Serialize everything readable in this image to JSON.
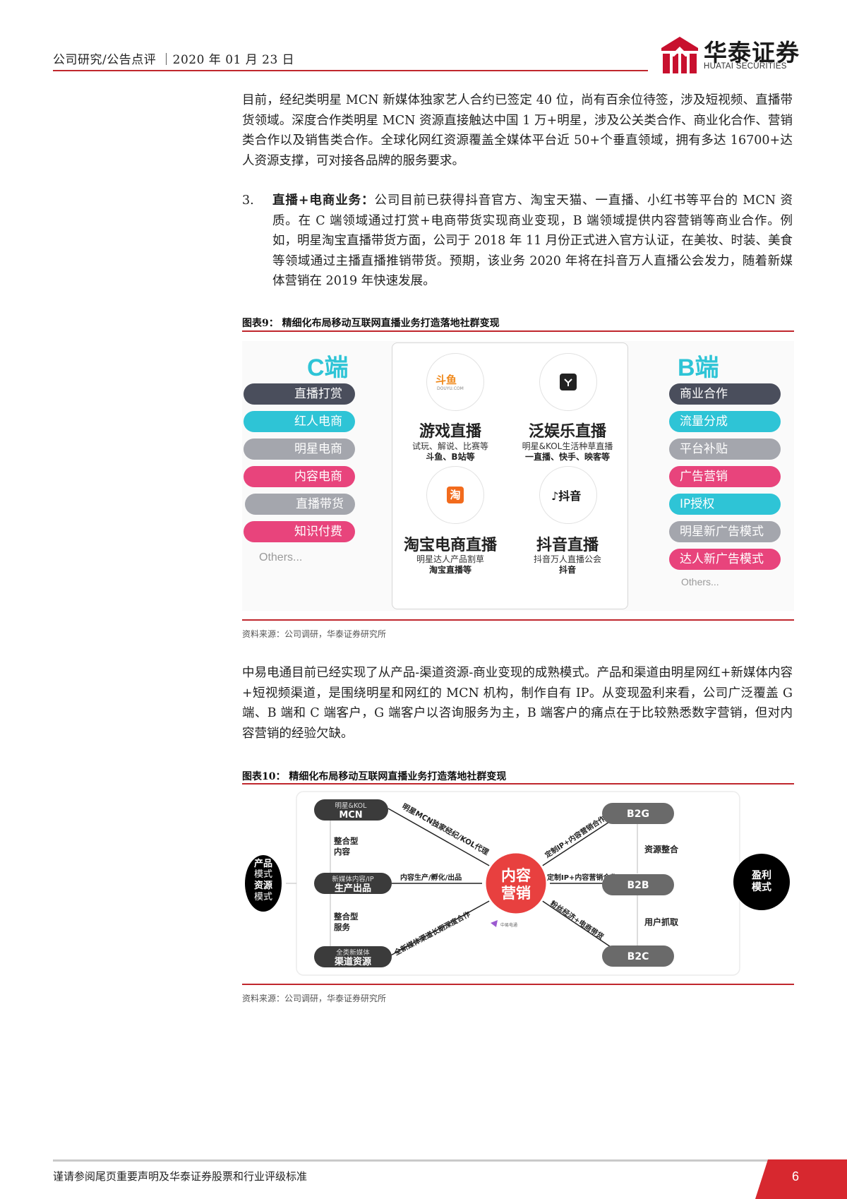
{
  "header": {
    "left_text": "公司研究/公告点评 ｜2020 年 01 月 23 日",
    "logo_cn": "华泰证券",
    "logo_en": "HUATAI SECURITIES"
  },
  "paragraph1": "目前，经纪类明星 MCN 新媒体独家艺人合约已签定 40 位，尚有百余位待签，涉及短视频、直播带货领域。深度合作类明星 MCN 资源直接触达中国 1 万+明星，涉及公关类合作、商业化合作、营销类合作以及销售类合作。全球化网红资源覆盖全媒体平台近 50+个垂直领域，拥有多达 16700+达人资源支撑，可对接各品牌的服务要求。",
  "list_item3": {
    "number": "3.",
    "bold": "直播+电商业务：",
    "text": "公司目前已获得抖音官方、淘宝天猫、一直播、小红书等平台的 MCN 资质。在 C 端领域通过打赏+电商带货实现商业变现，B 端领域提供内容营销等商业合作。例如，明星淘宝直播带货方面，公司于 2018 年 11 月份正式进入官方认证，在美妆、时装、美食等领域通过主播直播推销带货。预期，该业务 2020 年将在抖音万人直播公会发力，随着新媒体营销在 2019 年快速发展。"
  },
  "figure9": {
    "caption": "图表9：  精细化布局移动互联网直播业务打造落地社群变现",
    "c_title": "C端",
    "b_title": "B端",
    "c_items": [
      "直播打赏",
      "红人电商",
      "明星电商",
      "内容电商",
      "直播带货",
      "知识付费"
    ],
    "c_others": "Others...",
    "b_items": [
      "商业合作",
      "流量分成",
      "平台补贴",
      "广告营销",
      "IP授权",
      "明星新广告模式",
      "达人新广告模式"
    ],
    "b_others": "Others...",
    "quadrants": [
      {
        "title": "游戏直播",
        "sub": "试玩、解说、比赛等",
        "sub2": "斗鱼、B站等",
        "logo": "斗鱼",
        "logo_sub": "DOUYU.COM"
      },
      {
        "title": "泛娱乐直播",
        "sub": "明星&KOL生活种草直播",
        "sub2": "一直播、快手、映客等",
        "logo": ""
      },
      {
        "title": "淘宝电商直播",
        "sub": "明星达人产品割草",
        "sub2": "淘宝直播等",
        "logo": "淘"
      },
      {
        "title": "抖音直播",
        "sub": "抖音万人直播公会",
        "sub2": "抖音",
        "logo": "抖音"
      }
    ],
    "colors": {
      "teal": "#2ec4d6",
      "dark": "#4a4e5c",
      "gray": "#a4a6ad",
      "pink": "#e8447c"
    },
    "source": "资料来源：公司调研，华泰证券研究所"
  },
  "paragraph2": "中易电通目前已经实现了从产品-渠道资源-商业变现的成熟模式。产品和渠道由明星网红+新媒体内容+短视频渠道，是围绕明星和网红的 MCN 机构，制作自有 IP。从变现盈利来看，公司广泛覆盖 G 端、B 端和 C 端客户，G 端客户以咨询服务为主，B 端客户的痛点在于比较熟悉数字营销，但对内容营销的经验欠缺。",
  "figure10": {
    "caption": "图表10：  精细化布局移动互联网直播业务打造落地社群变现",
    "left_label": [
      "产品",
      "模式",
      "资源",
      "模式"
    ],
    "right_label": [
      "盈利",
      "模式"
    ],
    "nodes": [
      {
        "small": "明星&KOL",
        "big": "MCN"
      },
      {
        "small": "新媒体内容/IP",
        "big": "生产出品"
      },
      {
        "small": "全类新媒体",
        "big": "渠道资源"
      }
    ],
    "between_left": [
      "整合型\n内容",
      "整合型\n服务"
    ],
    "center": [
      "内容",
      "营销"
    ],
    "center_logo": "中易电通",
    "right_nodes": [
      "B2G",
      "B2B",
      "B2C"
    ],
    "between_right": [
      "资源整合",
      "用户抓取"
    ],
    "edges_left": [
      "明星MCN独家经纪/KOL代理",
      "内容生产/孵化/出品",
      "全新媒体渠道长期深度合作"
    ],
    "edges_right": [
      "定制IP+内容营销合作",
      "定制IP+内容营销合作",
      "粉丝经济+电商带货"
    ],
    "source": "资料来源：公司调研，华泰证券研究所"
  },
  "footer": {
    "text": "谨请参阅尾页重要声明及华泰证券股票和行业评级标准",
    "page": "6"
  }
}
